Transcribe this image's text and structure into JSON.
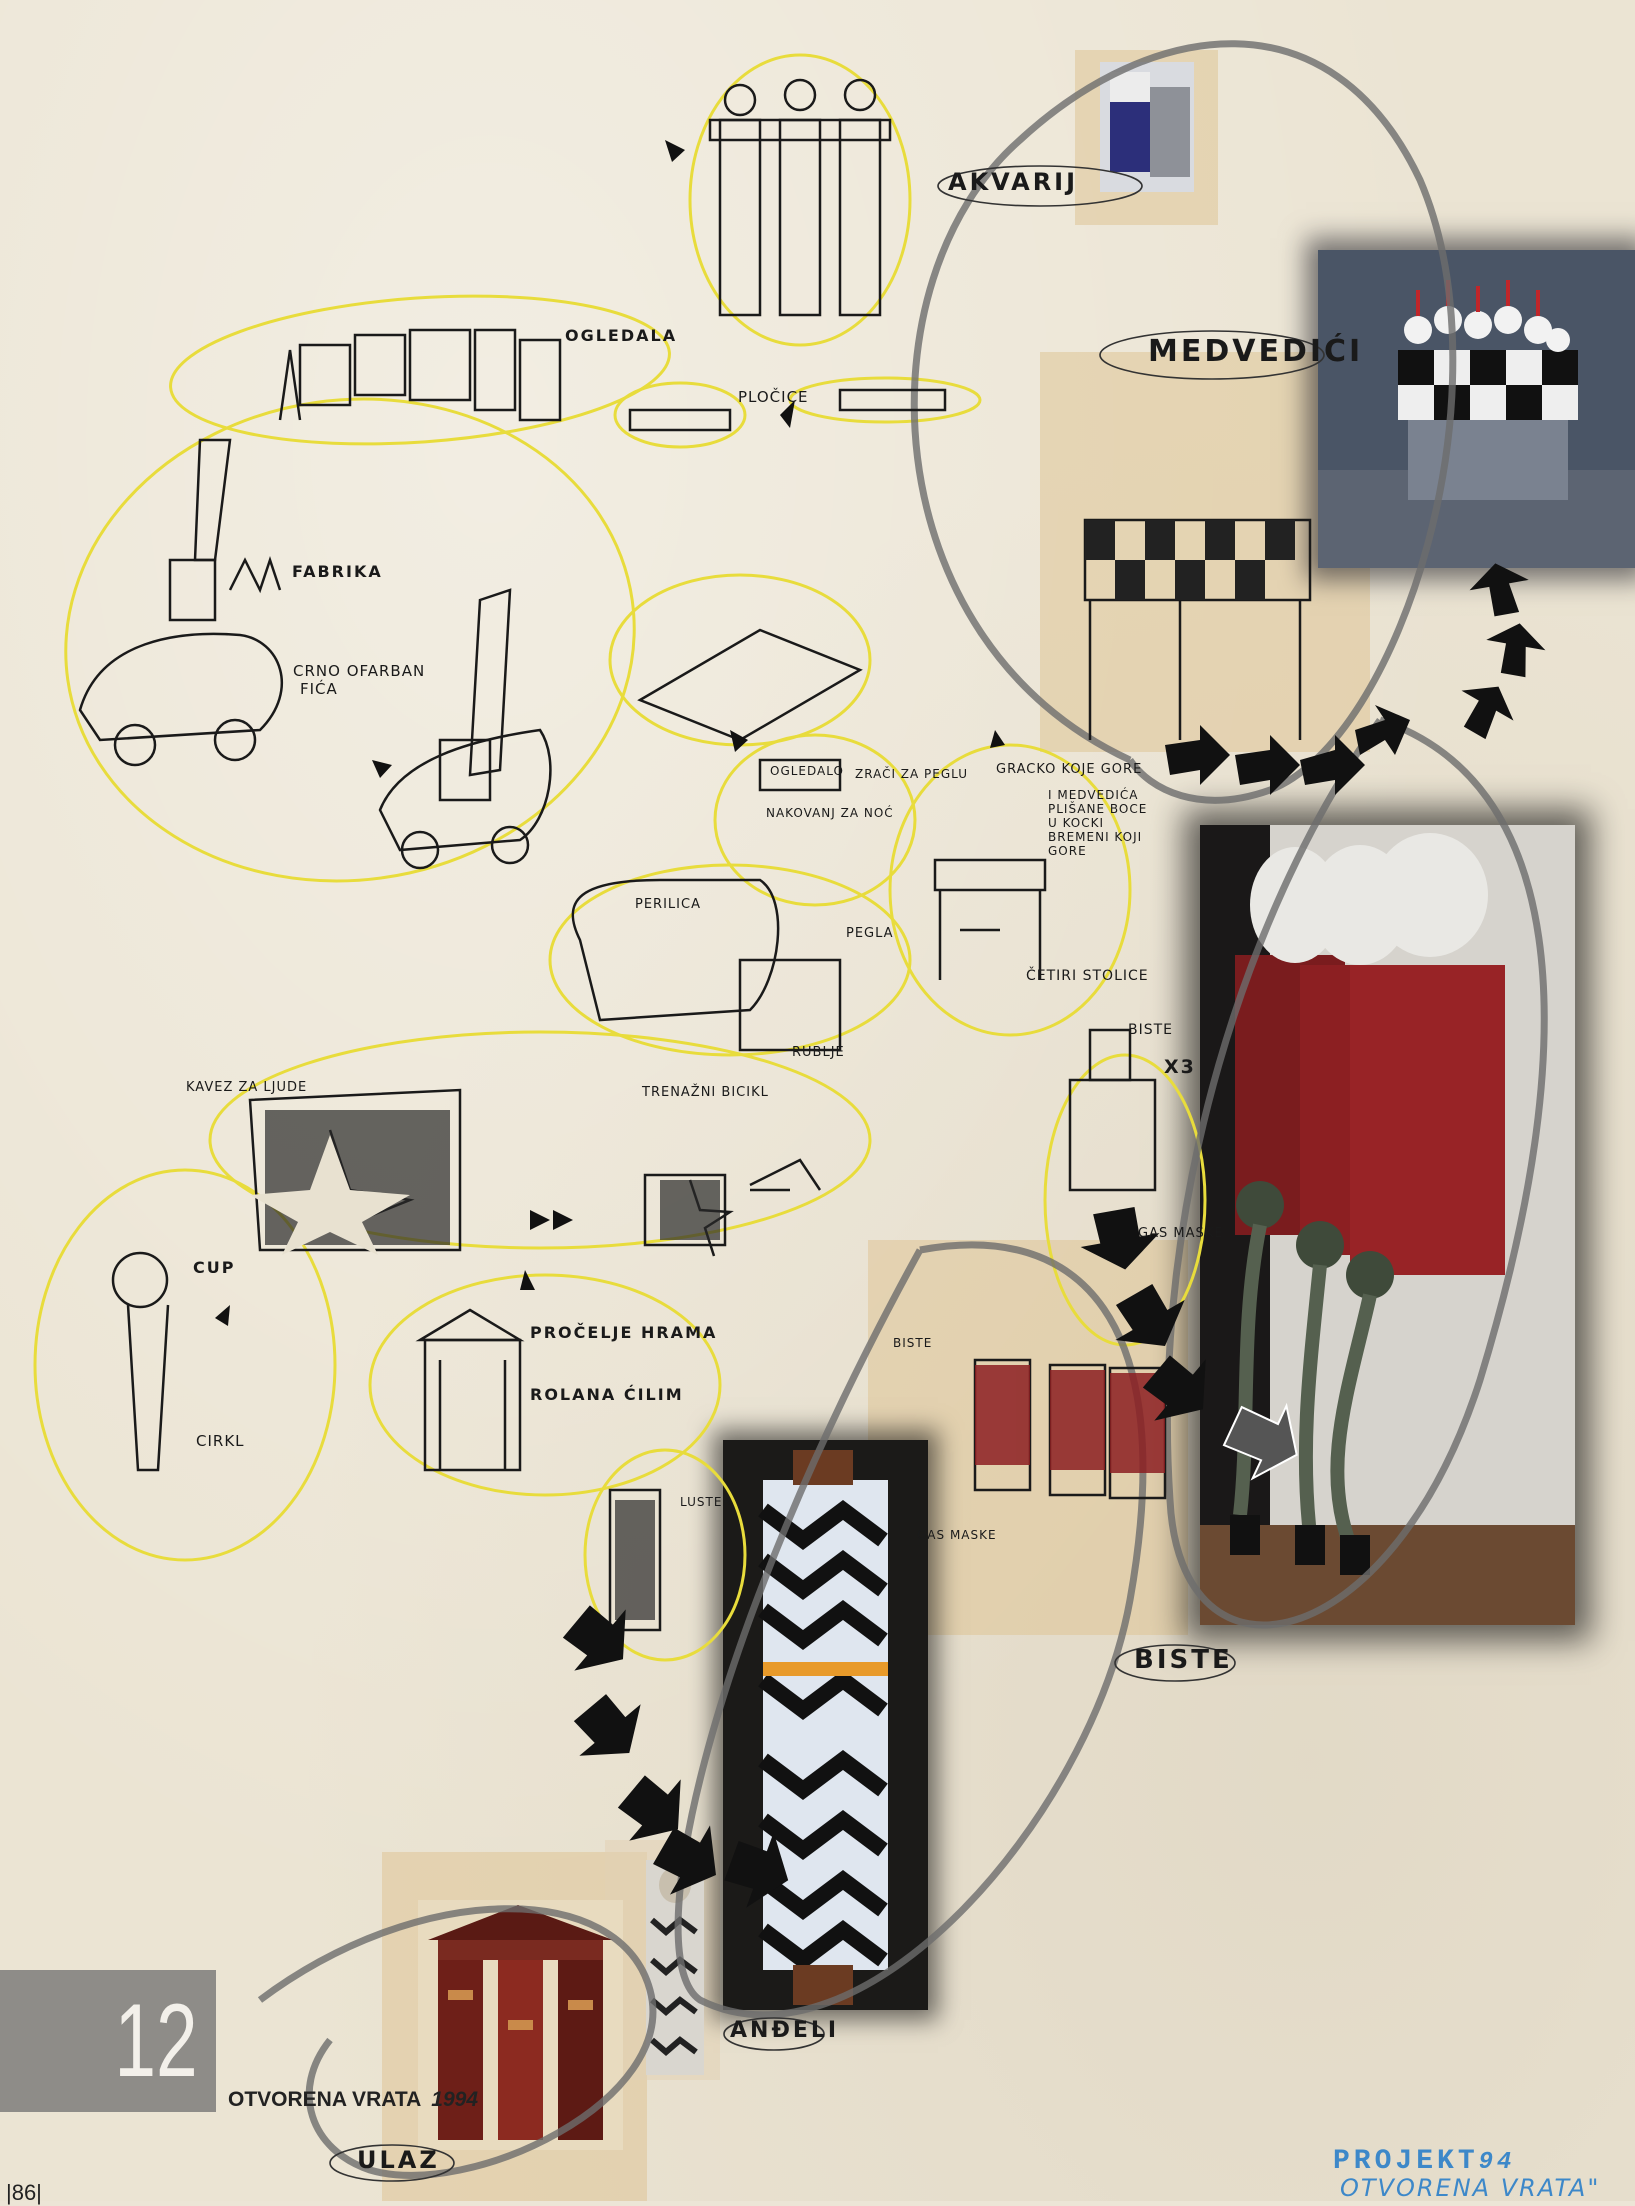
{
  "page": {
    "number_block": "12",
    "caption_title": "OTVORENA VRATA",
    "caption_year": "1994",
    "page_number": "|86|",
    "stamp_text": "PROJEKT",
    "stamp_number": "94",
    "stamp_subtitle": "OTVORENA VRATA\""
  },
  "labels": {
    "akvarij": "AKVARIJ",
    "medvedici": "MEDVEDIĆI",
    "ogledala": "OGLEDALA",
    "plocice": "PLOČICE",
    "fabrika": "FABRIKA",
    "crno_obojeni": "CRNO OFARBAN",
    "fica": "FIĆA",
    "ogledalo": "OGLEDALO",
    "grackoj": "GRACKO KOJE GORE",
    "medvedici_note": "I MEDVEDIĆA PLIŠANE BOCE U KOCKI BREMENI KOJI GORE",
    "zraci": "ZRAČI ZA PEGLU",
    "nakovanj": "NAKOVANJ ZA NOĆ",
    "perilica": "PERILICA",
    "pegla": "PEGLA",
    "rubl": "RUBLJE",
    "cetiri_stolice": "ČETIRI STOLICE",
    "biste": "BISTE",
    "x3": "X3",
    "gas_maske": "GAS MASKE",
    "kavez": "KAVEZ ZA LJUDE",
    "trenaza": "TRENAŽNI BICIKL",
    "cup": "CUP",
    "cirkl": "CIRKL",
    "procelje": "PROČELJE HRAMA",
    "rolana": "ROLANA ĆILIM",
    "luster": "LUSTER",
    "andeli": "ANĐELI",
    "ulaz": "ULAZ",
    "biste_bottom": "BISTE",
    "biste_small": "BISTE",
    "gas_maske_small": "GAS MASKE"
  },
  "colors": {
    "paper": "#ebe4d3",
    "yellow_outline": "#e8dc3c",
    "graphite": "#6d6d6d",
    "ink": "#1a1a1a",
    "stamp_blue": "#3d88c9",
    "bust_red": "#8c1f22"
  }
}
